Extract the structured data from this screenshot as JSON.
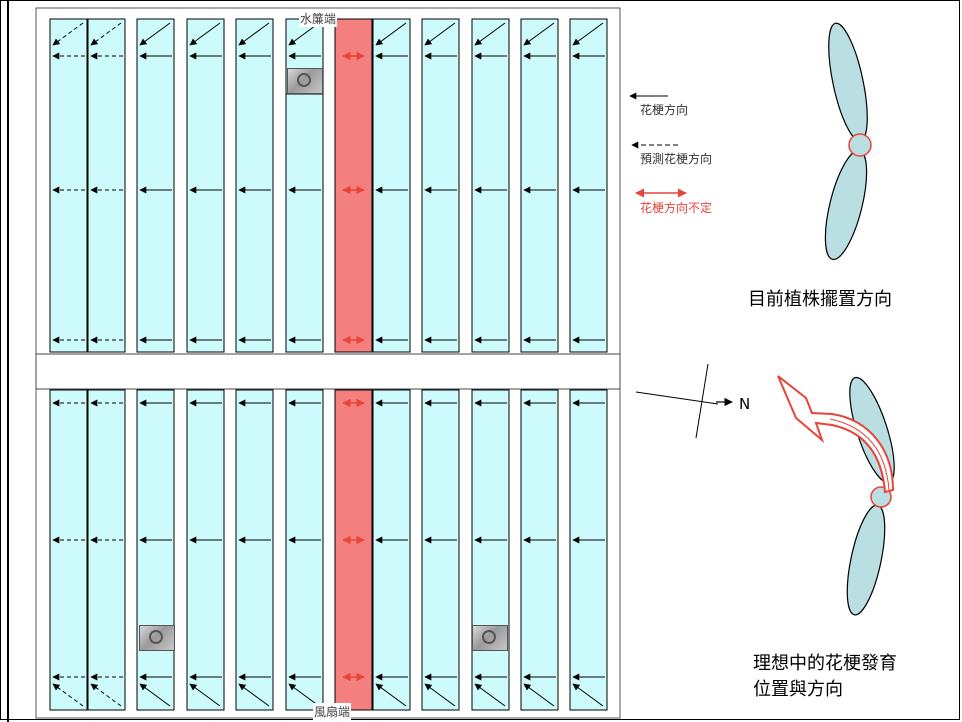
{
  "labels": {
    "top_end": "水簾端",
    "bottom_end": "風扇端",
    "north": "N"
  },
  "legend": {
    "stem_direction": "花梗方向",
    "predicted_stem_direction": "預測花梗方向",
    "stem_direction_uncertain": "花梗方向不定"
  },
  "captions": {
    "current_placement": "目前植株擺置方向",
    "ideal_line1": "理想中的花梗發育",
    "ideal_line2": "位置與方向"
  },
  "colors": {
    "bed_fill": "#cdfbfb",
    "uncertain_bed_fill": "#f47f7f",
    "leaf_fill": "#b9dfe3",
    "red_marker": "#e8443a",
    "outline": "#000000"
  },
  "icons": {
    "photo": "plant-photo-icon",
    "north_arrow": "north-arrow-icon"
  }
}
